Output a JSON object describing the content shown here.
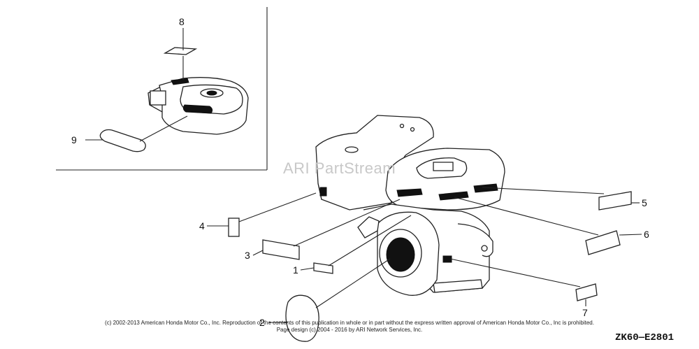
{
  "diagram": {
    "callouts": [
      "1",
      "2",
      "3",
      "4",
      "5",
      "6",
      "7",
      "8",
      "9"
    ],
    "watermark": "ARI PartStream",
    "copyright_line1": "(c) 2002-2013 American Honda Motor Co., Inc. Reproduction of the contents of this publication in whole or in part without the express written approval of American Honda Motor Co., Inc is prohibited.",
    "copyright_line2": "Page design (c) 2004 - 2016 by ARI Network Services, Inc.",
    "diagram_code": "ZK60—E2801"
  }
}
